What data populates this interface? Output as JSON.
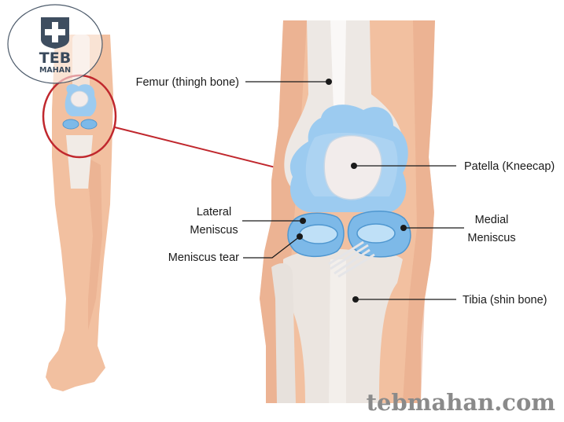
{
  "logo": {
    "line1": "TEB",
    "line2": "MAHAN",
    "icon": "medical-cross-shield-icon"
  },
  "watermark": "tebmahan.com",
  "labels": {
    "femur": "Femur (thingh bone)",
    "patella": "Patella (Kneecap)",
    "lateral_line1": "Lateral",
    "lateral_line2": "Meniscus",
    "medial_line1": "Medial",
    "medial_line2": "Meniscus",
    "tear": "Meniscus tear",
    "tibia": "Tibia (shin bone)"
  },
  "colors": {
    "skin": "#f2c0a0",
    "skin_dark": "#e8a888",
    "bone": "#ede8e4",
    "cartilage": "#9ccbf0",
    "cartilage_dark": "#6aaee0",
    "highlight_circle": "#c0272d"
  }
}
